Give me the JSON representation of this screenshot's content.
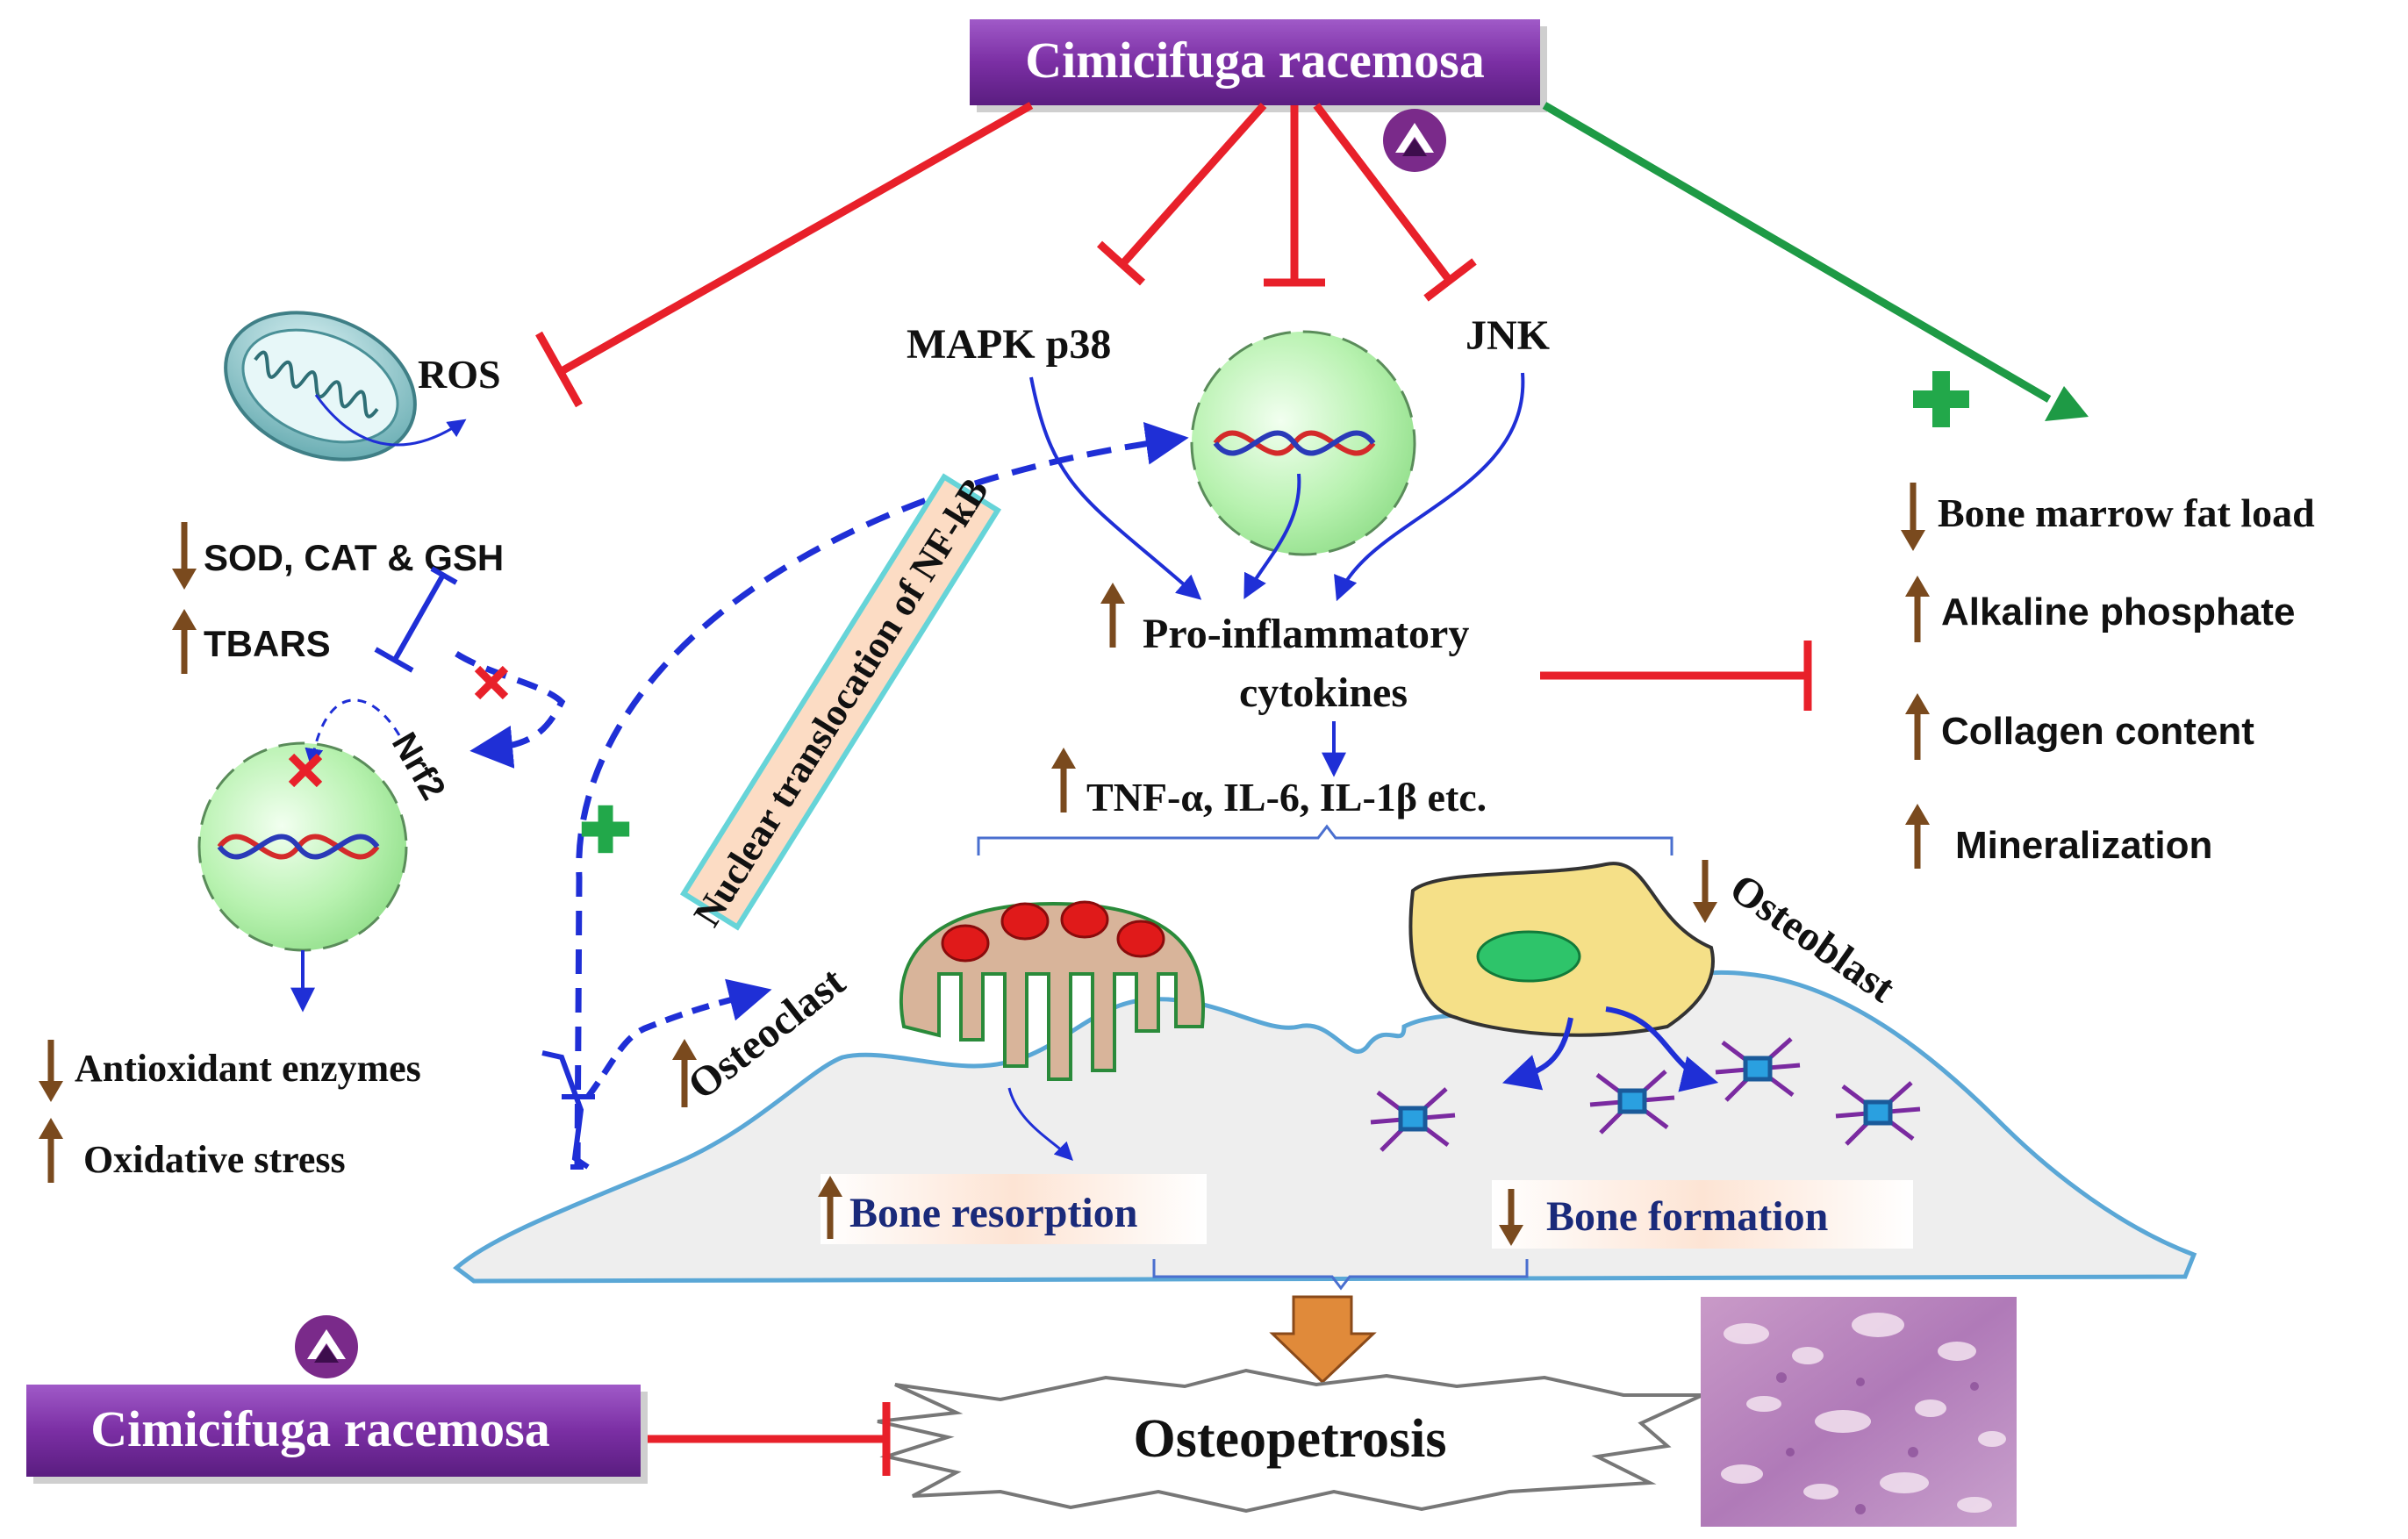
{
  "title_top": "Cimicifuga racemosa",
  "title_bottom": "Cimicifuga racemosa",
  "pathways": {
    "ros": "ROS",
    "mapk": "MAPK p38",
    "jnk": "JNK",
    "nrf2": "Nrf2",
    "nfkb": "Nuclear translocation of NF-kB"
  },
  "oxidative_markers": [
    {
      "arrow": "down",
      "label": "SOD, CAT & GSH"
    },
    {
      "arrow": "up",
      "label": "TBARS"
    }
  ],
  "antioxidant_effects": [
    {
      "arrow": "down",
      "label": "Antioxidant  enzymes"
    },
    {
      "arrow": "up",
      "label": "Oxidative stress"
    }
  ],
  "cytokines": {
    "line1": "Pro-inflammatory",
    "line2": "cytokines",
    "list": "TNF-α, IL-6, IL-1β etc."
  },
  "bone_effects": [
    {
      "arrow": "down",
      "label": "Bone marrow  fat load"
    },
    {
      "arrow": "up",
      "label": "Alkaline phosphate"
    },
    {
      "arrow": "up",
      "label": "Collagen content"
    },
    {
      "arrow": "up",
      "label": "Mineralization"
    }
  ],
  "cells": {
    "osteoclast": "Osteoclast",
    "osteoblast": "Osteoblast"
  },
  "bone_processes": {
    "resorption": "Bone resorption",
    "formation": "Bone formation"
  },
  "outcome": "Osteopetrosis",
  "colors": {
    "inhibit": "#e8202a",
    "promote": "#1e9a45",
    "signal": "#1f2fd6",
    "arrow_brown": "#7a4a1e",
    "title_bg": "#7b2fa4",
    "plus": "#22a84a"
  }
}
